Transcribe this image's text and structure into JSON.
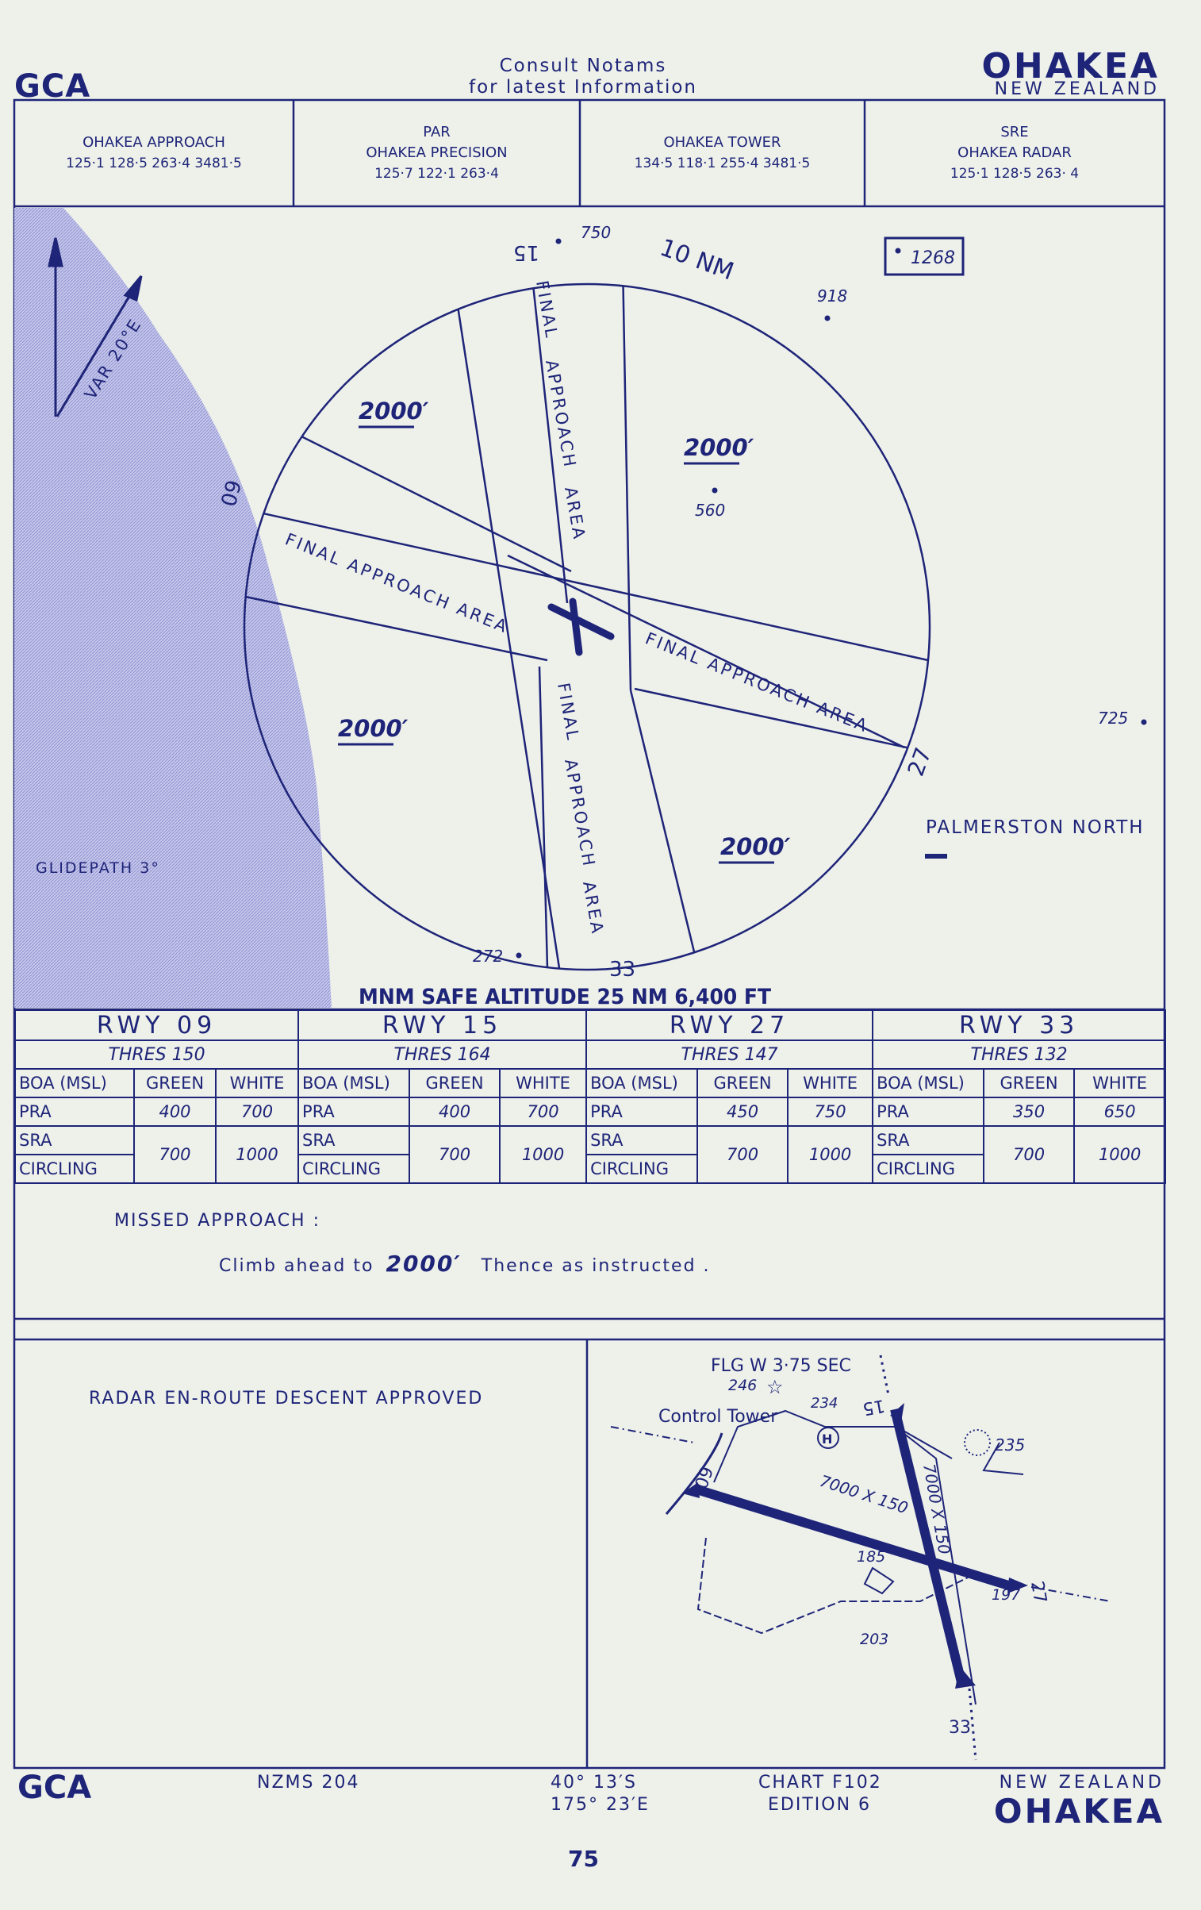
{
  "header": {
    "left_title": "GCA",
    "notice_line1": "Consult Notams",
    "notice_line2": "for latest Information",
    "airport": "OHAKEA",
    "country": "NEW ZEALAND"
  },
  "frequencies": [
    {
      "title_line1": "",
      "title_line2": "OHAKEA APPROACH",
      "numbers": "125·1  128·5  263·4  3481·5"
    },
    {
      "title_line1": "PAR",
      "title_line2": "OHAKEA PRECISION",
      "numbers": "125·7   122·1   263·4"
    },
    {
      "title_line1": "",
      "title_line2": "OHAKEA TOWER",
      "numbers": "134·5  118·1  255·4  3481·5"
    },
    {
      "title_line1": "SRE",
      "title_line2": "OHAKEA RADAR",
      "numbers": "125·1   128·5  263· 4"
    }
  ],
  "map": {
    "var_label": "VAR 20°E",
    "ring_label": "10 NM",
    "final_approach": "FINAL APPROACH AREA",
    "final_approach_1": "FINAL",
    "final_approach_2": "APPROACH",
    "final_approach_3": "AREA",
    "sector_altitude": "2000′",
    "radial_15": "15",
    "radial_09": "09",
    "radial_27": "27",
    "radial_33": "33",
    "spot_750": "750",
    "spot_1268": "1268",
    "spot_918": "918",
    "spot_560": "560",
    "spot_725": "725",
    "spot_272": "272",
    "town": "PALMERSTON NORTH",
    "glidepath": "GLIDEPATH 3°",
    "msa": "MNM SAFE ALTITUDE 25 NM 6,400 FT"
  },
  "minima": {
    "col_boa": "BOA (MSL)",
    "col_green": "GREEN",
    "col_white": "WHITE",
    "row_pra": "PRA",
    "row_sra": "SRA",
    "row_circling": "CIRCLING",
    "runways": [
      {
        "rwy": "RWY  09",
        "thres": "THRES 150",
        "pra_green": "400",
        "pra_white": "700",
        "sra_green": "700",
        "sra_white": "1000"
      },
      {
        "rwy": "RWY  15",
        "thres": "THRES 164",
        "pra_green": "400",
        "pra_white": "700",
        "sra_green": "700",
        "sra_white": "1000"
      },
      {
        "rwy": "RWY  27",
        "thres": "THRES 147",
        "pra_green": "450",
        "pra_white": "750",
        "sra_green": "700",
        "sra_white": "1000"
      },
      {
        "rwy": "RWY  33",
        "thres": "THRES 132",
        "pra_green": "350",
        "pra_white": "650",
        "sra_green": "700",
        "sra_white": "1000"
      }
    ]
  },
  "missed_approach": {
    "title": "MISSED APPROACH :",
    "text_before": "Climb ahead to",
    "altitude": "2000′",
    "text_after": "Thence as instructed ."
  },
  "descent_note": "RADAR EN-ROUTE DESCENT APPROVED",
  "aerodrome": {
    "beacon": "FLG W 3·75 SEC",
    "elev_246": "246",
    "elev_234": "234",
    "control_tower": "Control Tower",
    "elev_235": "235",
    "rwy_main": "7000 X 150",
    "rwy_cross": "7000 X 150",
    "elev_185": "185",
    "elev_197": "197",
    "elev_203": "203",
    "label_15": "15",
    "label_09": "09",
    "label_27": "27",
    "label_33": "33"
  },
  "footer": {
    "left_title": "GCA",
    "nzms": "NZMS  204",
    "lat": "40°  13′S",
    "lon": "175°  23′E",
    "chart": "CHART  F102",
    "edition": "EDITION  6",
    "country": "NEW ZEALAND",
    "airport": "OHAKEA",
    "page": "75"
  }
}
